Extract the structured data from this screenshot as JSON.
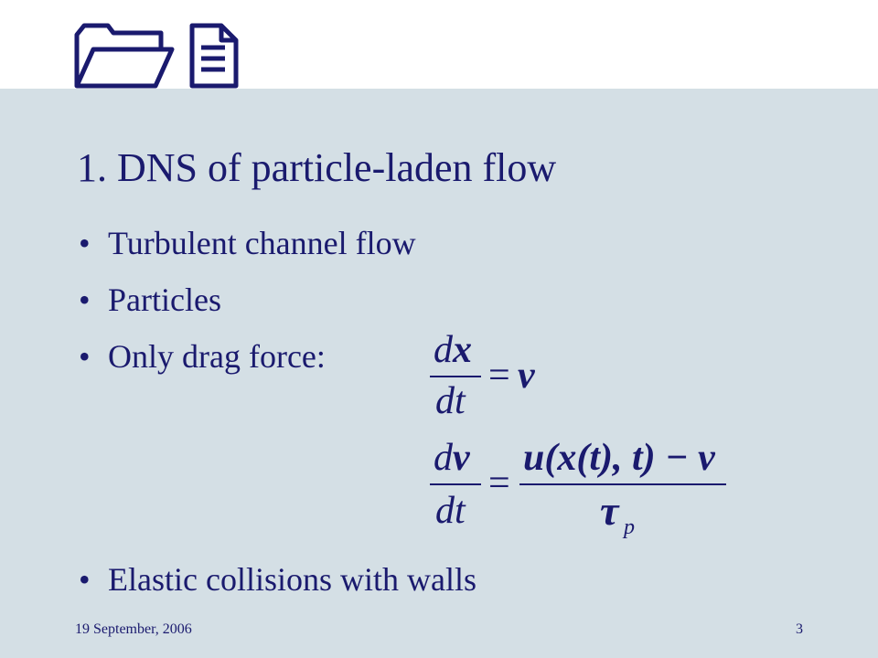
{
  "slide": {
    "title": "1. DNS of particle-laden flow",
    "bullets": [
      "Turbulent channel flow",
      "Particles",
      "Only drag force:",
      "Elastic collisions with walls"
    ],
    "bullet_symbol": "•",
    "equations": {
      "eq1": {
        "num_d": "d",
        "num_var": "x",
        "den": "dt",
        "eq": "=",
        "rhs": "v"
      },
      "eq2": {
        "num_d": "d",
        "num_var": "v",
        "den": "dt",
        "eq": "=",
        "rhs_num": "u(x(t), t) − v",
        "rhs_den_main": "τ",
        "rhs_den_sub": "p"
      }
    }
  },
  "footer": {
    "date": "19 September, 2006",
    "page_number": "3"
  },
  "colors": {
    "text": "#1a1a6e",
    "background": "#d4dfe5",
    "top_band": "#ffffff"
  },
  "icons": [
    "folder-icon",
    "document-icon"
  ]
}
